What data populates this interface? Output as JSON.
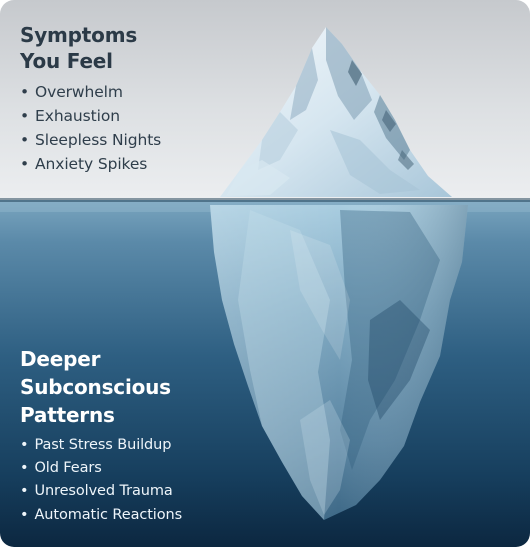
{
  "colors": {
    "sky_top": "#c8cbcf",
    "sky_bottom": "#ebedef",
    "water_top": "#6e9ab6",
    "water_deep": "#0d2b44",
    "ice_light": "#e9f2f8",
    "ice_mid": "#9fc1d6",
    "ice_shadow": "#3f6e8d",
    "top_text": "#2b3a47",
    "bottom_text": "#ffffff"
  },
  "icons": {
    "scene": "iceberg-illustration"
  },
  "symptoms": {
    "title_line1": "Symptoms",
    "title_line2": "You Feel",
    "items": [
      "Overwhelm",
      "Exhaustion",
      "Sleepless Nights",
      "Anxiety Spikes"
    ]
  },
  "patterns": {
    "title_line1": "Deeper",
    "title_line2": "Subconscious",
    "title_line3": "Patterns",
    "items": [
      "Past Stress Buildup",
      "Old Fears",
      "Unresolved Trauma",
      "Automatic Reactions"
    ]
  }
}
